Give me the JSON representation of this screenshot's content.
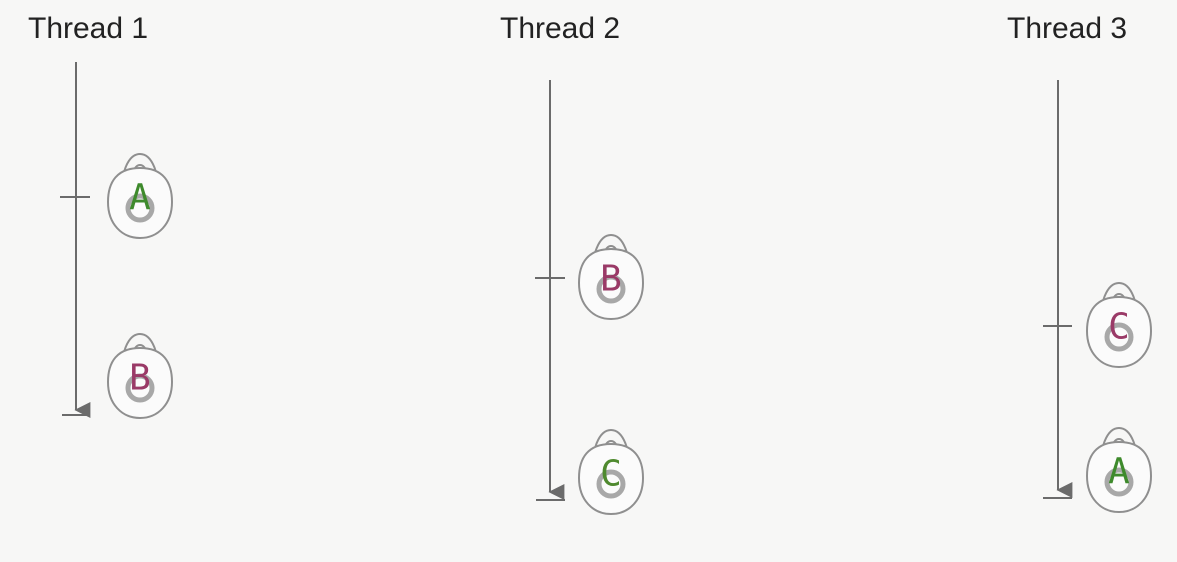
{
  "colors": {
    "background": "#f7f7f6",
    "timeline": "#6b6b6b",
    "lock_outline": "#8f8f8f",
    "lock_fill": "#fbfbfb",
    "lock_ring": "#a8a8a8",
    "lock_A": "#3e8a2c",
    "lock_B": "#9a3a67",
    "lock_C_green": "#4f8a2f",
    "lock_C_purple": "#9a3a67"
  },
  "threads": [
    {
      "title": "Thread 1",
      "locks": [
        {
          "label": "A",
          "color": "#3e8a2c"
        },
        {
          "label": "B",
          "color": "#9a3a67"
        }
      ]
    },
    {
      "title": "Thread 2",
      "locks": [
        {
          "label": "B",
          "color": "#9a3a67"
        },
        {
          "label": "C",
          "color": "#4f8a2f"
        }
      ]
    },
    {
      "title": "Thread 3",
      "locks": [
        {
          "label": "C",
          "color": "#9a3a67"
        },
        {
          "label": "A",
          "color": "#3e8a2c"
        }
      ]
    }
  ]
}
